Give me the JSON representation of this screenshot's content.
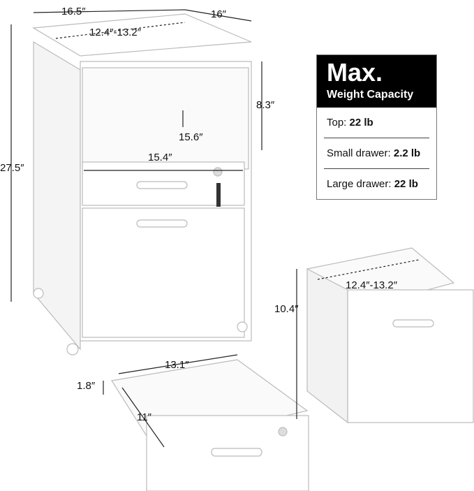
{
  "dimensions": {
    "width_top": "16.5″",
    "depth_top": "16″",
    "top_inner_width": "12.4″-13.2″",
    "shelf_height": "8.3″",
    "shelf_depth": "15.6″",
    "shelf_width": "15.4″",
    "total_height": "27.5″",
    "large_drawer_height": "10.4″",
    "large_drawer_inner_width": "12.4″-13.2″",
    "small_drawer_width": "13.1″",
    "small_drawer_height": "1.8″",
    "small_drawer_depth": "11″"
  },
  "capacity": {
    "title": "Max.",
    "subtitle": "Weight Capacity",
    "rows": [
      {
        "label": "Top: ",
        "value": "22 lb"
      },
      {
        "label": "Small drawer: ",
        "value": "2.2 lb"
      },
      {
        "label": "Large drawer: ",
        "value": "22 lb"
      }
    ]
  }
}
